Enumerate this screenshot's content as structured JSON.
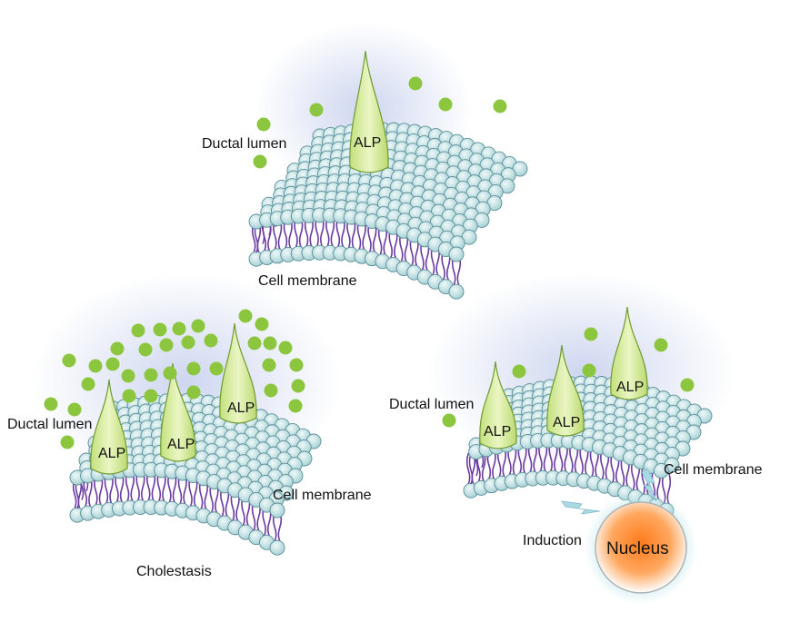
{
  "labels": {
    "ductal_lumen": "Ductal lumen",
    "cell_membrane": "Cell membrane",
    "alp": "ALP",
    "cholestasis": "Cholestasis",
    "induction": "Induction",
    "nucleus": "Nucleus"
  },
  "colors": {
    "bead_fill": "#bfe0e2",
    "bead_stroke": "#5a8f99",
    "lipid_tail": "#6a3aa0",
    "alp_fill": "#d8eea0",
    "alp_stroke": "#6f9a30",
    "particle": "#8cc63f",
    "glow": "#c9d2ee",
    "nucleus_core": "#ff8a30",
    "lightning": "#a8dbe3"
  }
}
